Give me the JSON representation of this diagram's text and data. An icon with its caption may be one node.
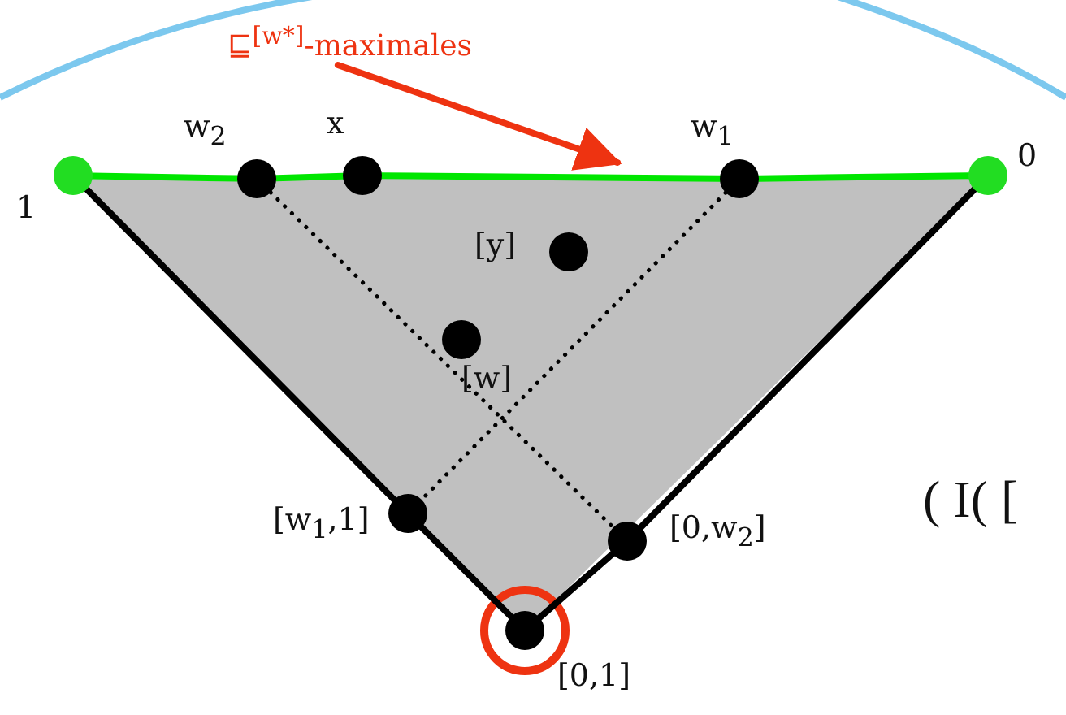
{
  "diagram": {
    "nodes": [
      {
        "text": [
          "1"
        ]
      },
      {
        "text": [
          "w$_{2}$"
        ]
      },
      {
        "text": [
          "x"
        ]
      },
      {
        "text": [
          "w$_{1}$"
        ]
      },
      {
        "text": [
          "0"
        ]
      },
      {
        "text": [
          "[y]"
        ]
      },
      {
        "text": [
          "[w]"
        ]
      },
      {
        "text": [
          "[w$_{1}$,1]"
        ]
      },
      {
        "text": [
          "[0,w$_{2}$]"
        ]
      },
      {
        "text": [
          "[0,1]"
        ]
      },
      {
        "text": [
          "⊑$^{[w*]}$-maximales"
        ]
      }
    ],
    "edges": [
      {
        "from": 0,
        "to": 1,
        "arrow": "none",
        "color": "#00e600"
      },
      {
        "from": 1,
        "to": 2,
        "arrow": "none",
        "color": "#00e600"
      },
      {
        "from": 2,
        "to": 3,
        "arrow": "none",
        "color": "#00e600"
      },
      {
        "from": 3,
        "to": 4,
        "arrow": "none",
        "color": "#00e600"
      },
      {
        "from": 0,
        "to": 7,
        "arrow": "none"
      },
      {
        "from": 7,
        "to": 9,
        "arrow": "none"
      },
      {
        "from": 4,
        "to": 8,
        "arrow": "none"
      },
      {
        "from": 8,
        "to": 9,
        "arrow": "none"
      },
      {
        "from": 1,
        "to": 8,
        "arrow": "none",
        "style": "dashed"
      },
      {
        "from": 3,
        "to": 7,
        "arrow": "none",
        "style": "dashed"
      },
      {
        "from": 10,
        "to": null,
        "arrow": "to",
        "color": "#ee3311"
      }
    ],
    "labels": [
      "( I( ["
    ]
  }
}
